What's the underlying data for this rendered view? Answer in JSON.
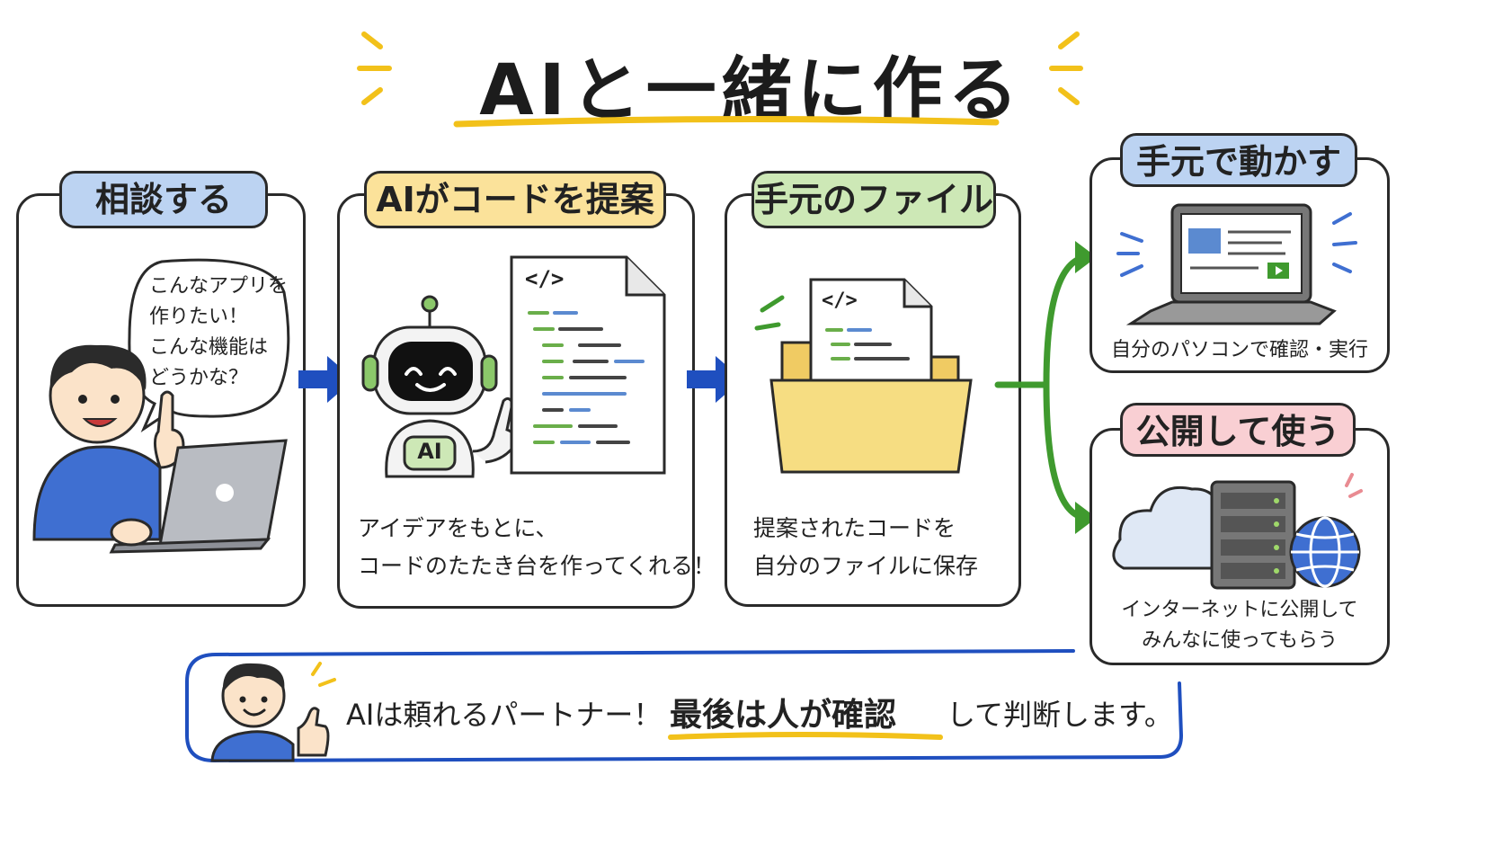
{
  "title": "AIと一緒に作る",
  "steps": [
    {
      "label": "相談する",
      "bubble": [
        "こんなアプリを",
        "作りたい！",
        "こんな機能は",
        "どうかな？"
      ]
    },
    {
      "label": "AIがコードを提案",
      "robot_badge": "AI",
      "code_tag": "</>",
      "caption": [
        "アイデアをもとに、",
        "コードのたたき台を作ってくれる！"
      ]
    },
    {
      "label": "手元のファイル",
      "code_tag": "</>",
      "caption": [
        "提案されたコードを",
        "自分のファイルに保存"
      ]
    }
  ],
  "branches": [
    {
      "label": "手元で動かす",
      "caption": [
        "自分のパソコンで確認・実行"
      ]
    },
    {
      "label": "公開して使う",
      "caption": [
        "インターネットに公開して",
        "みんなに使ってもらう"
      ]
    }
  ],
  "bottom": {
    "text1": "AIは頼れるパートナー！",
    "emphasis": "最後は人が確認",
    "text2": "して判断します。"
  },
  "colors": {
    "blue_tag": "#bcd3f2",
    "yellow_tag": "#fbe29a",
    "green_tag": "#cde8b6",
    "pink_tag": "#f9cfd3",
    "arrow_blue": "#1f4fbf",
    "arrow_green": "#3f9a2e",
    "accent_yellow": "#f2c11a"
  }
}
